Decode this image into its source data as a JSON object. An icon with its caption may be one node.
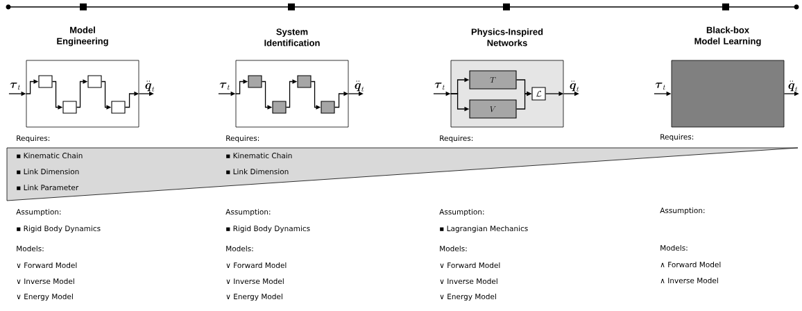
{
  "diagram": {
    "nodes": [
      {
        "text": [
          "Model Engineering"
        ]
      },
      {
        "text": [],
        "shape": "box",
        "in": 0
      },
      {
        "text": [],
        "shape": "box",
        "in": 0
      },
      {
        "text": [],
        "shape": "box",
        "in": 0
      },
      {
        "text": [],
        "shape": "box",
        "in": 0
      },
      {
        "text": [
          "System Identification"
        ]
      },
      {
        "text": [],
        "shape": "box",
        "in": 5
      },
      {
        "text": [],
        "shape": "box",
        "in": 5
      },
      {
        "text": [],
        "shape": "box",
        "in": 5
      },
      {
        "text": [],
        "shape": "box",
        "in": 5
      },
      {
        "text": [
          "Physics-Inspired Networks"
        ]
      },
      {
        "text": [
          "T"
        ],
        "in": 10
      },
      {
        "text": [
          "V"
        ],
        "in": 10
      },
      {
        "text": [
          "\\mathcal{L}"
        ],
        "in": 10
      },
      {
        "text": [
          "Black-box Model Learning"
        ]
      },
      {
        "text": [
          "\\boldsymbol{\\tau}_t"
        ]
      },
      {
        "text": [
          "\\ddot{\\boldsymbol{q}}_t"
        ]
      },
      {
        "text": [
          "\\boldsymbol{\\tau}_t"
        ]
      },
      {
        "text": [
          "\\ddot{\\boldsymbol{q}}_t"
        ]
      },
      {
        "text": [
          "\\boldsymbol{\\tau}_t"
        ]
      },
      {
        "text": [
          "\\ddot{\\boldsymbol{q}}_t"
        ]
      },
      {
        "text": [
          "\\boldsymbol{\\tau}_t"
        ]
      },
      {
        "text": [
          "\\ddot{\\boldsymbol{q}}_t"
        ]
      }
    ],
    "edges": [
      {
        "from": 15,
        "to": 0,
        "arrow": "to"
      },
      {
        "from": 0,
        "to": 1,
        "arrow": "to"
      },
      {
        "from": 1,
        "to": 2,
        "arrow": "to"
      },
      {
        "from": 2,
        "to": 3,
        "arrow": "to"
      },
      {
        "from": 3,
        "to": 4,
        "arrow": "to"
      },
      {
        "from": 4,
        "to": 0,
        "arrow": "to"
      },
      {
        "from": 0,
        "to": 16,
        "arrow": "to"
      },
      {
        "from": 17,
        "to": 5,
        "arrow": "to"
      },
      {
        "from": 5,
        "to": 6,
        "arrow": "to"
      },
      {
        "from": 6,
        "to": 7,
        "arrow": "to"
      },
      {
        "from": 7,
        "to": 8,
        "arrow": "to"
      },
      {
        "from": 8,
        "to": 9,
        "arrow": "to"
      },
      {
        "from": 9,
        "to": 5,
        "arrow": "to"
      },
      {
        "from": 5,
        "to": 18,
        "arrow": "to"
      },
      {
        "from": 19,
        "to": 10,
        "arrow": "to"
      },
      {
        "from": 10,
        "to": 11,
        "arrow": "to"
      },
      {
        "from": 10,
        "to": 12,
        "arrow": "to"
      },
      {
        "from": 11,
        "to": 13,
        "arrow": "to"
      },
      {
        "from": 12,
        "to": 13,
        "arrow": "to"
      },
      {
        "from": 13,
        "to": 10,
        "arrow": "to"
      },
      {
        "from": 10,
        "to": 20,
        "arrow": "to"
      },
      {
        "from": 21,
        "to": 14,
        "arrow": "to"
      },
      {
        "from": 14,
        "to": 22,
        "arrow": "to"
      }
    ],
    "labels": [
      "Requires:",
      "▪ Kinematic Chain",
      "▪ Link Dimension",
      "▪ Link Parameter",
      "Assumption:",
      "▪ Rigid Body Dynamics",
      "Models:",
      "∨ Forward Model",
      "∨ Inverse Model",
      "∨ Energy Model",
      "Requires:",
      "▪ Kinematic Chain",
      "▪ Link Dimension",
      "Assumption:",
      "▪ Rigid Body Dynamics",
      "Models:",
      "∨ Forward Model",
      "∨ Inverse Model",
      "∨ Energy Model",
      "Requires:",
      "Assumption:",
      "▪ Lagrangian Mechanics",
      "Models:",
      "∨ Forward Model",
      "∨ Inverse Model",
      "∨ Energy Model",
      "Requires:",
      "Assumption:",
      "Models:",
      "∧ Forward Model",
      "∧ Inverse Model"
    ]
  }
}
